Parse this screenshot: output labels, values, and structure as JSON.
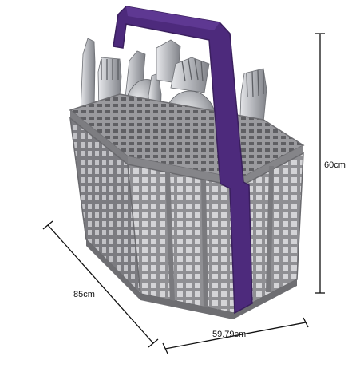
{
  "image": {
    "subject": "cutlery basket",
    "dimensions": {
      "height": "60cm",
      "width": "59.79cm",
      "depth": "85cm"
    },
    "colors": {
      "basket": "#8f8f93",
      "basket_dark": "#6e6e72",
      "handle": "#4d2a7c",
      "cutlery": "#c9cbcf",
      "dimension_line": "#111111"
    }
  }
}
